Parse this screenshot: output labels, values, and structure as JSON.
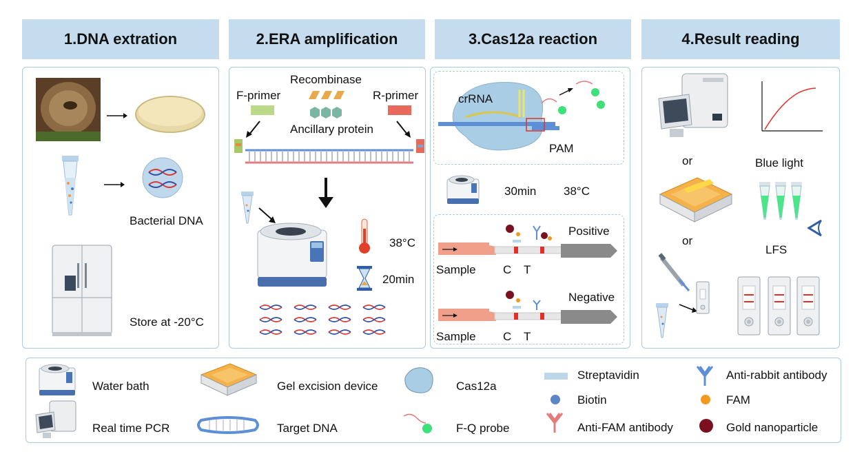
{
  "headers": [
    "1.DNA extration",
    "2.ERA amplification",
    "3.Cas12a reaction",
    "4.Result reading"
  ],
  "panel1": {
    "bacterial_dna": "Bacterial DNA",
    "store": "Store at -20°C"
  },
  "panel2": {
    "recombinase": "Recombinase",
    "f_primer": "F-primer",
    "r_primer": "R-primer",
    "ancillary": "Ancillary protein",
    "temp": "38°C",
    "time": "20min"
  },
  "panel3": {
    "crrna": "crRNA",
    "pam": "PAM",
    "time": "30min",
    "temp": "38°C",
    "positive": "Positive",
    "negative": "Negative",
    "sample": "Sample",
    "c": "C",
    "t": "T"
  },
  "panel4": {
    "or": "or",
    "blue_light": "Blue light",
    "lfs": "LFS"
  },
  "legend": {
    "water_bath": "Water bath",
    "gel_device": "Gel excision device",
    "cas12a": "Cas12a",
    "streptavidin": "Streptavidin",
    "anti_rabbit": "Anti-rabbit antibody",
    "biotin": "Biotin",
    "fam": "FAM",
    "rt_pcr": "Real time PCR",
    "target_dna": "Target DNA",
    "fq_probe": "F-Q probe",
    "anti_fam": "Anti-FAM antibody",
    "gold": "Gold nanoparticle"
  },
  "colors": {
    "header_bg": "#c4dced",
    "border": "#a8cbe2",
    "red_line": "#e0302a",
    "green_glow": "#3ee07a",
    "orange": "#f39a1e",
    "gold_np": "#7a1020",
    "blue_line": "#5c8fd6"
  }
}
